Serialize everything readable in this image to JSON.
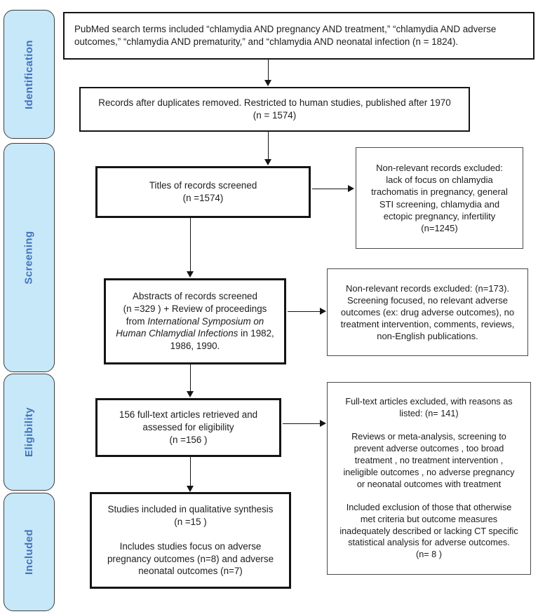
{
  "diagram": {
    "colors": {
      "stage_fill": "#C7E8F8",
      "stage_text": "#4273BE",
      "box_border": "#141414",
      "background": "#ffffff"
    },
    "stages": [
      {
        "label": "Identification"
      },
      {
        "label": "Screening"
      },
      {
        "label": "Eligibility"
      },
      {
        "label": "Included"
      }
    ],
    "boxes": {
      "search": "PubMed search terms included “chlamydia AND pregnancy AND treatment,”  “chlamydia AND adverse\noutcomes,” “chlamydia AND prematurity,” and “chlamydia AND neonatal infection (n = 1824).",
      "dedup": "Records after duplicates removed. Restricted to human studies, published after 1970\n(n = 1574)",
      "titles": "Titles of records screened\n(n =1574)",
      "excluded_titles": "Non-relevant records excluded:\nlack of focus on chlamydia\ntrachomatis in pregnancy, general\nSTI screening, chlamydia and\nectopic pregnancy, infertility\n(n=1245)",
      "abstracts": {
        "seg1": "Abstracts of records screened\n(n =329 ) + Review of proceedings\nfrom ",
        "seg2_italic": "International Symposium on\nHuman Chlamydial Infections",
        "seg3": " in 1982,\n1986, 1990."
      },
      "excluded_abstracts": "Non-relevant records excluded: (n=173).\nScreening focused, no relevant adverse\noutcomes (ex: drug adverse outcomes), no\ntreatment intervention, comments, reviews,\nnon-English publications.",
      "fulltext": "156 full-text articles retrieved and\nassessed for eligibility\n(n =156 )",
      "excluded_fulltext": "Full-text articles excluded, with reasons as\nlisted:  (n= 141)\n\nReviews or meta-analysis, screening to\nprevent adverse outcomes , too broad\ntreatment , no treatment intervention ,\nineligible outcomes , no adverse pregnancy\nor neonatal outcomes with treatment\n\nIncluded exclusion of those that otherwise\nmet criteria but outcome measures\ninadequately described or lacking CT specific\nstatistical analysis for adverse outcomes.\n(n= 8 )",
      "included": "Studies included in qualitative synthesis\n(n =15 )\n\nIncludes studies focus on adverse\npregnancy outcomes (n=8) and adverse\nneonatal outcomes (n=7)"
    }
  }
}
